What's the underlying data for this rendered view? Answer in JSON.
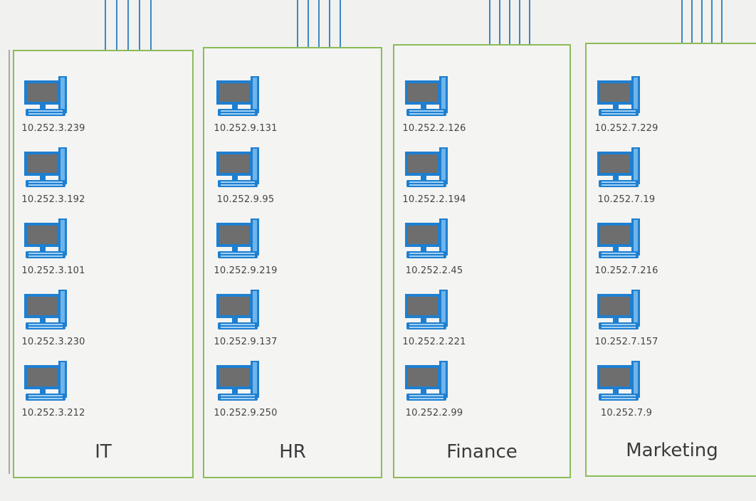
{
  "departments": [
    {
      "name": "IT",
      "hosts": [
        "10.252.3.239",
        "10.252.3.192",
        "10.252.3.101",
        "10.252.3.230",
        "10.252.3.212"
      ]
    },
    {
      "name": "HR",
      "hosts": [
        "10.252.9.131",
        "10.252.9.95",
        "10.252.9.219",
        "10.252.9.137",
        "10.252.9.250"
      ]
    },
    {
      "name": "Finance",
      "hosts": [
        "10.252.2.126",
        "10.252.2.194",
        "10.252.2.45",
        "10.252.2.221",
        "10.252.2.99"
      ]
    },
    {
      "name": "Marketing",
      "hosts": [
        "10.252.7.229",
        "10.252.7.19",
        "10.252.7.216",
        "10.252.7.157",
        "10.252.7.9"
      ]
    }
  ],
  "colors": {
    "box_border": "#8cbc55",
    "wire": "#3b86c4",
    "monitor_frame": "#1e7fd0",
    "screen": "#6e6e6e"
  },
  "icon": "desktop-computer-icon"
}
